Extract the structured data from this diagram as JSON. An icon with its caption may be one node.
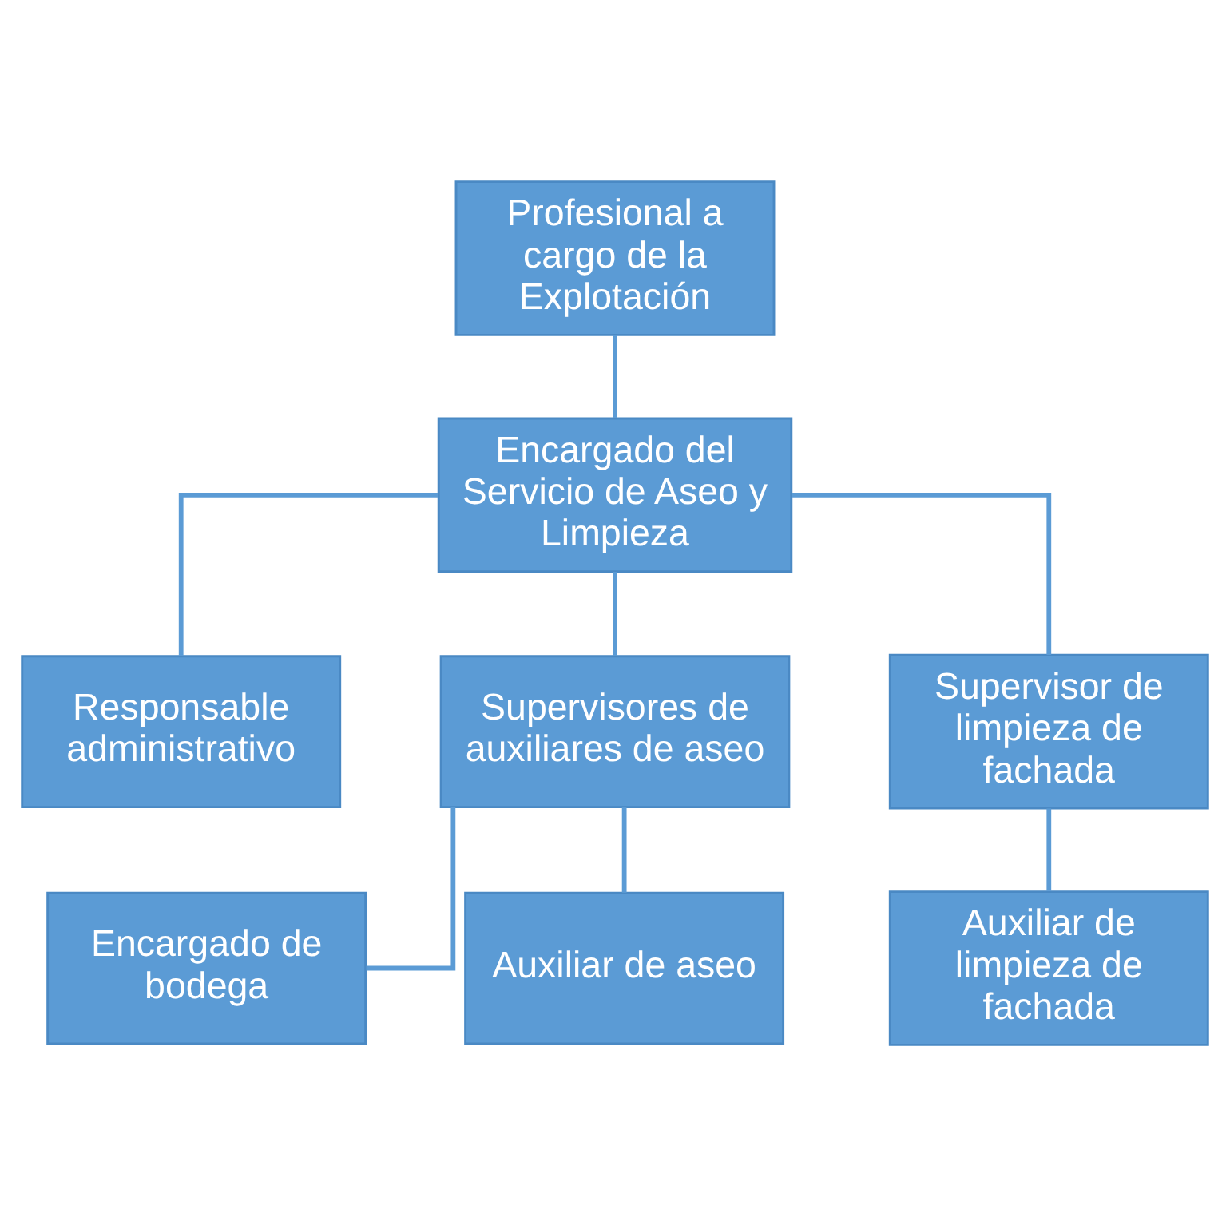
{
  "diagram": {
    "nodes": [
      {
        "text": [
          "Profesional a cargo de la Explotación"
        ]
      },
      {
        "text": [
          "Encargado del Servicio de Aseo y Limpieza"
        ]
      },
      {
        "text": [
          "Responsable administrativo"
        ]
      },
      {
        "text": [
          "Supervisores de auxiliares de aseo"
        ]
      },
      {
        "text": [
          "Supervisor de limpieza de fachada"
        ]
      },
      {
        "text": [
          "Encargado de bodega"
        ]
      },
      {
        "text": [
          "Auxiliar de aseo"
        ]
      },
      {
        "text": [
          "Auxiliar de limpieza de fachada"
        ]
      }
    ],
    "edges": [
      {
        "from": 0,
        "to": 1,
        "arrow": "none"
      },
      {
        "from": 1,
        "to": 2,
        "arrow": "none"
      },
      {
        "from": 1,
        "to": 3,
        "arrow": "none"
      },
      {
        "from": 1,
        "to": 4,
        "arrow": "none"
      },
      {
        "from": 3,
        "to": 5,
        "arrow": "none"
      },
      {
        "from": 3,
        "to": 6,
        "arrow": "none"
      },
      {
        "from": 4,
        "to": 7,
        "arrow": "none"
      }
    ]
  }
}
